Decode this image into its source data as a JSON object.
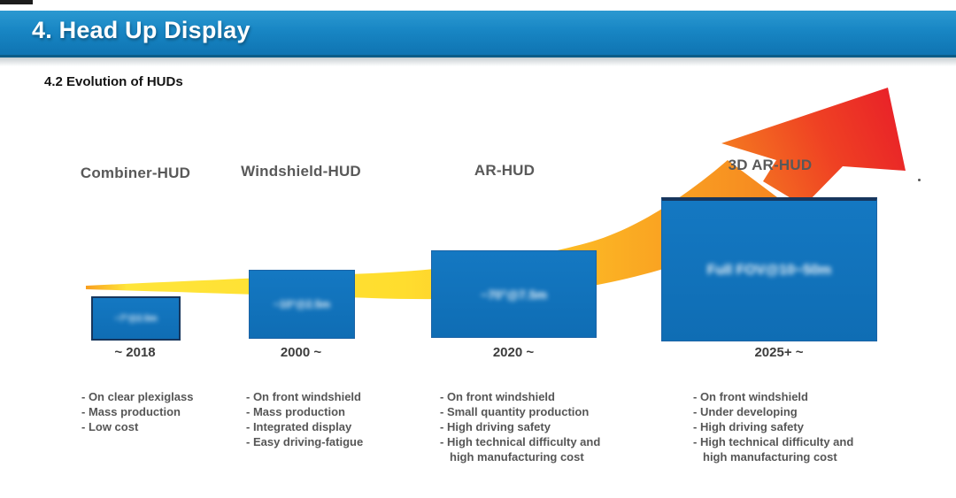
{
  "slide": {
    "title": "4. Head Up Display",
    "subtitle": "4.2 Evolution of HUDs"
  },
  "colors": {
    "title_bar_blue": "#1886c4",
    "title_bar_edge": "#0b5c88",
    "box_blue": "#1173bd",
    "arrow_yellow": "#ffe53a",
    "arrow_orange": "#f58220",
    "arrow_red": "#e81e29",
    "heading_gray": "#595959"
  },
  "columns": [
    {
      "name": "Combiner-HUD",
      "spec": "~7°@2.5m",
      "period": "~ 2018",
      "bullets": [
        "- On clear plexiglass",
        "- Mass production",
        "- Low cost"
      ]
    },
    {
      "name": "Windshield-HUD",
      "spec": "~10°@2.5m",
      "period": "2000 ~",
      "bullets": [
        "- On front windshield",
        "- Mass production",
        "- Integrated display",
        "- Easy driving-fatigue"
      ]
    },
    {
      "name": "AR-HUD",
      "spec": "~70°@7.5m",
      "period": "2020 ~",
      "bullets": [
        "- On front windshield",
        "- Small quantity production",
        "- High driving safety",
        "- High technical difficulty and high manufacturing cost"
      ]
    },
    {
      "name": "3D AR-HUD",
      "spec": "Full FOV@10~50m",
      "period": "2025+ ~",
      "bullets": [
        "- On front windshield",
        "- Under developing",
        "- High driving safety",
        "- High technical difficulty and high manufacturing cost"
      ]
    }
  ]
}
